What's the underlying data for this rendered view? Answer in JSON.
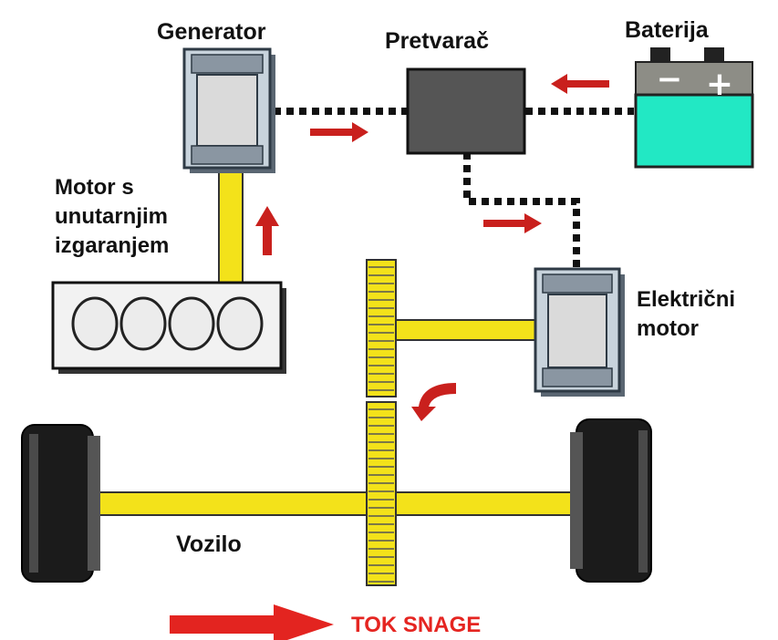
{
  "labels": {
    "generator": "Generator",
    "converter": "Pretvarač",
    "battery": "Baterija",
    "engine": [
      "Motor s",
      "unutarnjim",
      "izgaranjem"
    ],
    "electric_motor": [
      "Električni",
      "motor"
    ],
    "vehicle": "Vozilo",
    "legend": "TOK SNAGE"
  },
  "battery_symbols": {
    "negative": "−",
    "positive": "+"
  },
  "colors": {
    "shaft": "#f3e21a",
    "battery": "#22e8c4",
    "converter": "#555555",
    "arrow": "#c9201d",
    "legend_text": "#e52521",
    "wire": "#111111"
  }
}
